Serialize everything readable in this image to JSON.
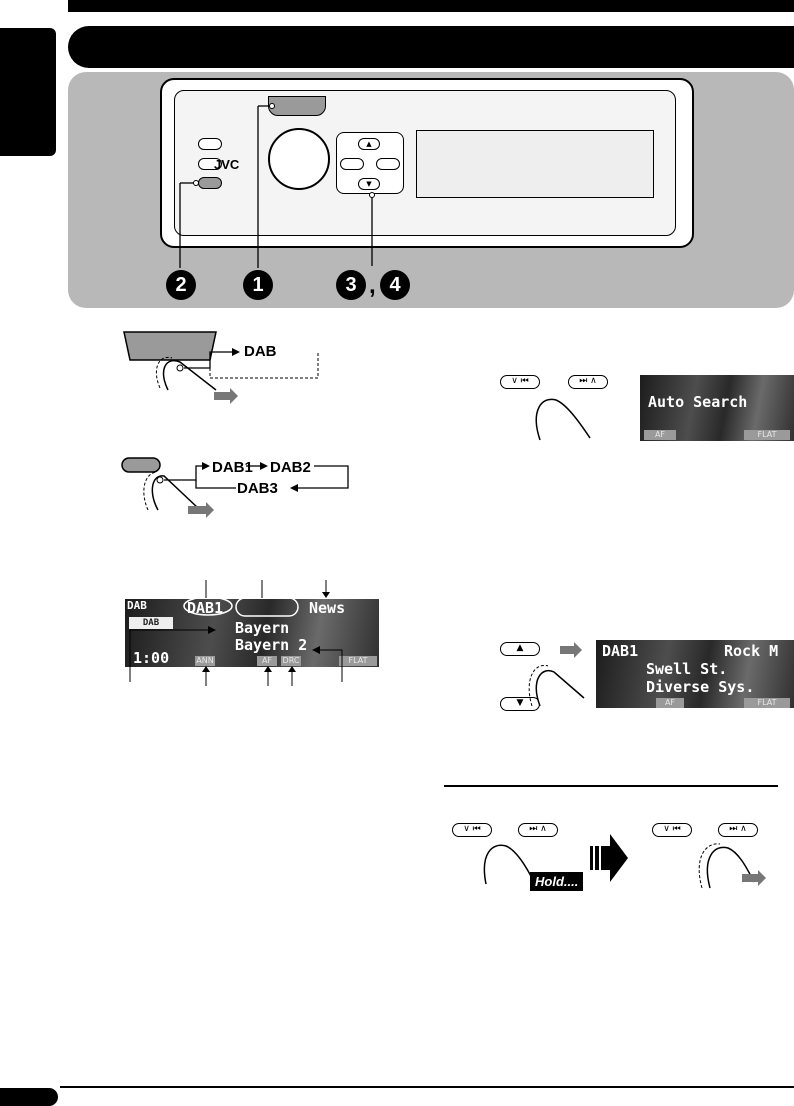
{
  "callouts": {
    "c1": "1",
    "c2": "2",
    "c3": "3",
    "c4": "4",
    "sep": ","
  },
  "device": {
    "brand": "JVC"
  },
  "source_flow": {
    "item": "DAB"
  },
  "band_flow": {
    "b1": "DAB1",
    "b2": "DAB2",
    "b3": "DAB3"
  },
  "display_main": {
    "source": "DAB",
    "logo": "DAB",
    "band": "DAB1",
    "pty": "News",
    "line2": "Bayern",
    "line3": "Bayern 2",
    "time": "1:00",
    "ann": "ANN",
    "af": "AF",
    "drc": "DRC",
    "flat": "FLAT"
  },
  "display_search": {
    "text": "Auto Search",
    "af": "AF",
    "flat": "FLAT"
  },
  "display_service": {
    "band": "DAB1",
    "pty": "Rock M",
    "line2": "Swell St.",
    "line3": "Diverse Sys.",
    "af": "AF",
    "flat": "FLAT"
  },
  "hold": {
    "label": "Hold...."
  },
  "buttons": {
    "prev": "∨ ⏮",
    "next": "⏭ ∧",
    "up": "▲",
    "down": "▼"
  }
}
